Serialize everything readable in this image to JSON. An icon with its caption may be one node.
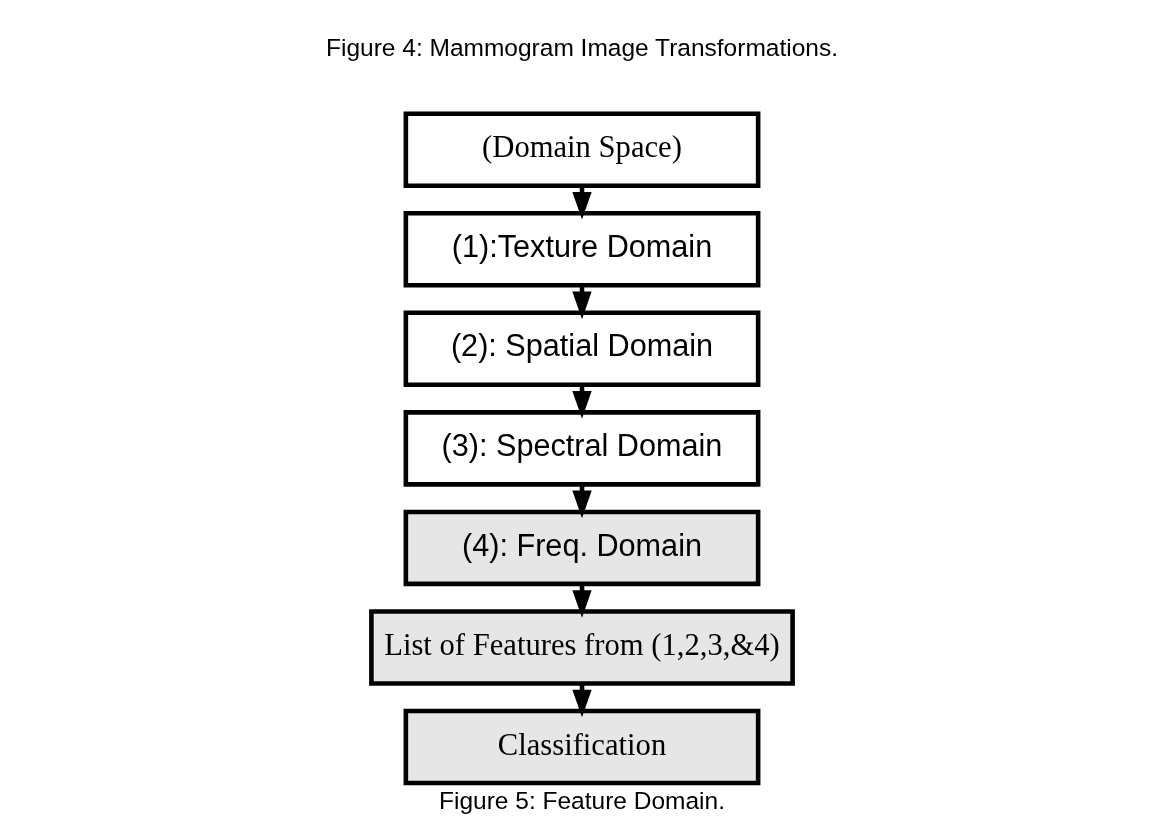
{
  "diagram": {
    "caption": "Figure 5: Feature Domain.",
    "nodes": [
      {
        "text": [
          "(Domain Space)"
        ]
      },
      {
        "text": [
          "(1):Texture Domain"
        ]
      },
      {
        "text": [
          "(2): Spatial Domain"
        ]
      },
      {
        "text": [
          "(3): Spectral Domain"
        ]
      },
      {
        "text": [
          "(4): Freq. Domain"
        ]
      },
      {
        "text": [
          "List of Features from (1,2,3,&4)"
        ]
      },
      {
        "text": [
          "Classification"
        ]
      }
    ],
    "edges": [
      {
        "from": 0,
        "to": 1,
        "arrow": "to"
      },
      {
        "from": 1,
        "to": 2,
        "arrow": "to"
      },
      {
        "from": 2,
        "to": 3,
        "arrow": "to"
      },
      {
        "from": 3,
        "to": 4,
        "arrow": "to"
      },
      {
        "from": 4,
        "to": 5,
        "arrow": "to"
      },
      {
        "from": 5,
        "to": 6,
        "arrow": "to"
      }
    ],
    "labels": [
      "Figure 4: Mammogram Image Transformations."
    ]
  }
}
